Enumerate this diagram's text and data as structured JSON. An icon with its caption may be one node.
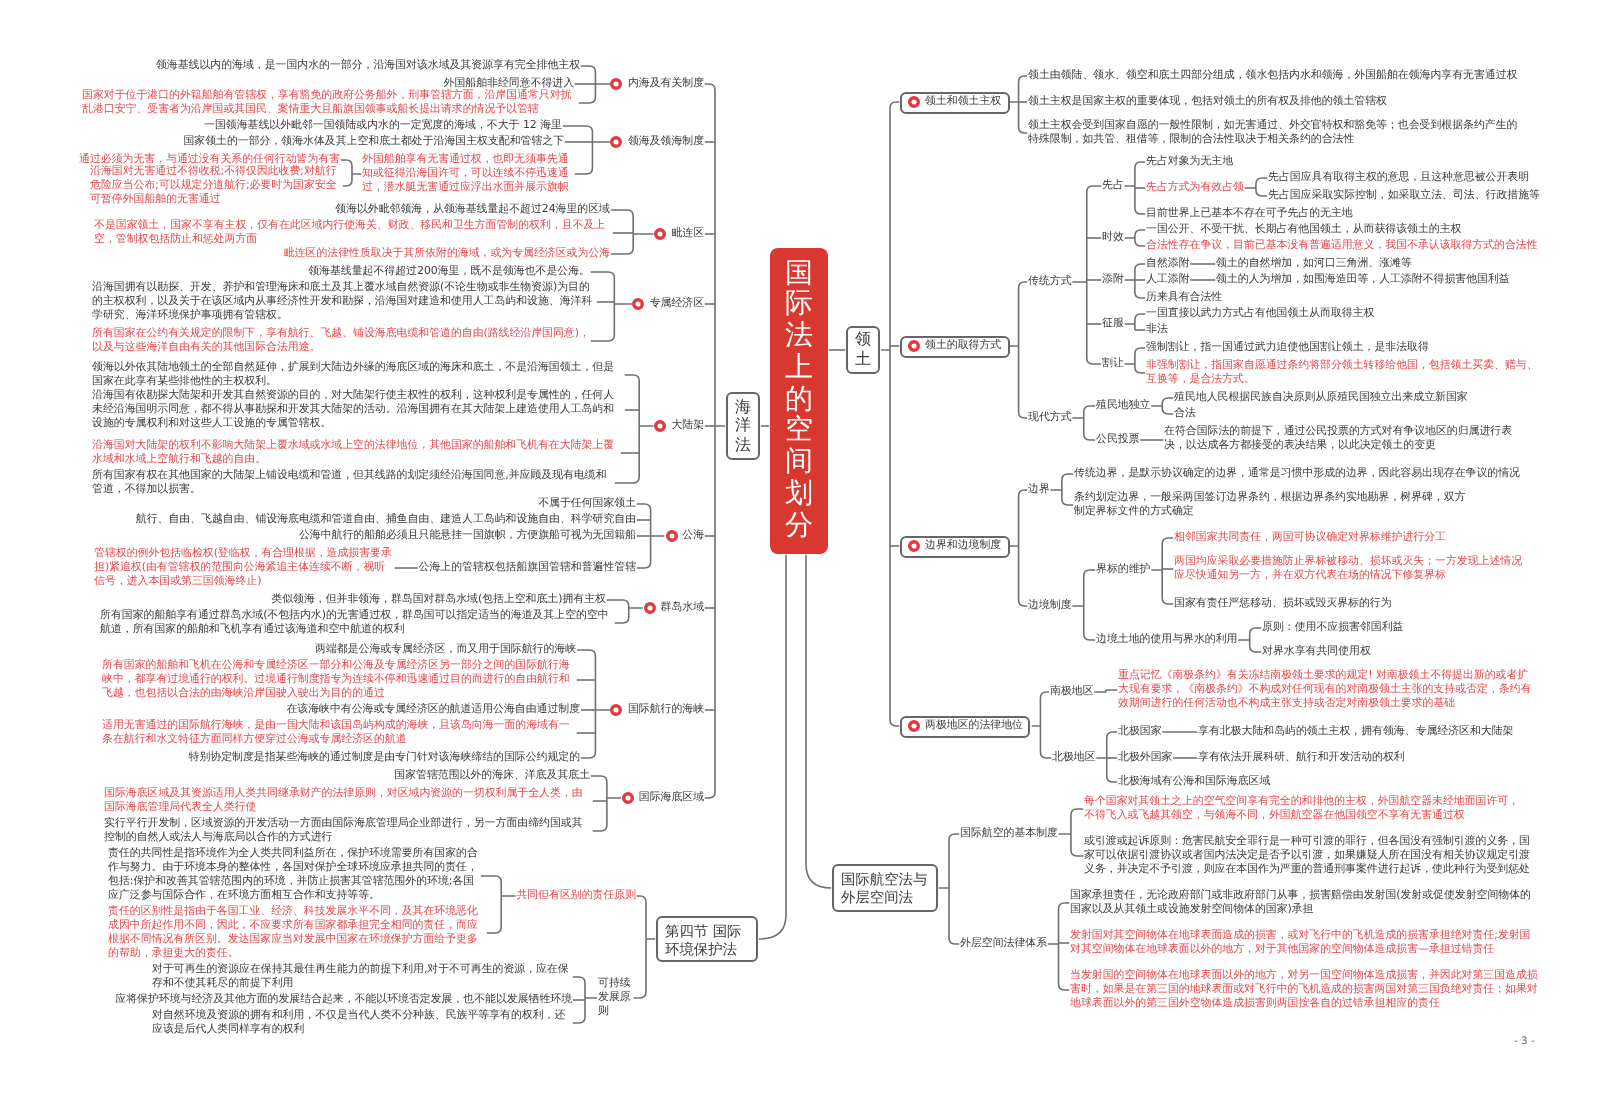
{
  "diagram": {
    "nodes": [
      {
        "text": [
          "国际法上的空间划分"
        ]
      },
      {
        "text": [
          "海洋法"
        ]
      },
      {
        "text": [
          "内海及有关制度"
        ]
      },
      {
        "text": [
          "领海基线以内的海域，是一国内水的一部分，沿海国对该水域及其资源享有完全排他主权"
        ]
      },
      {
        "text": [
          "外国船舶非经同意不得进入"
        ]
      },
      {
        "text": [
          "国家对于位于港口的外籍船舶有管辖权，享有豁免的政府公务船外，刑事管辖方面，沿岸国通常只对扰乱港口安宁、受害者为沿岸国或其国民、案情重大且船旗国领事或船长提出请求的情况予以管辖"
        ]
      },
      {
        "text": [
          "领海及领海制度"
        ]
      },
      {
        "text": [
          "一国领海基线以外毗邻一国领陆或内水的一定宽度的海域，不大于 12 海里"
        ]
      },
      {
        "text": [
          "国家领土的一部分，领海水体及其上空和底土都处于沿海国主权支配和管辖之下"
        ]
      },
      {
        "text": [
          "外国船舶享有无害通过权，也即无须事先通知或征得沿海国许可，可以连续不停迅速通过，潜水艇无害通过应浮出水面并展示旗帜"
        ]
      },
      {
        "text": [
          "通过必须为无害，与通过没有关系的任何行动皆为有害"
        ]
      },
      {
        "text": [
          "沿海国对无害通过不得收税;不得仅因此收费;对航行危险应当公布;可以规定分道航行;必要时为国家安全可暂停外国船舶的无害通过"
        ]
      },
      {
        "text": [
          "毗连区"
        ]
      },
      {
        "text": [
          "领海以外毗邻领海，从领海基线量起不超过24海里的区域"
        ]
      },
      {
        "text": [
          "不是国家领土，国家不享有主权，仅有在此区域内行使海关、财政、移民和卫生方面管制的权利，且不及上空，管制权包括防止和惩处两方面"
        ]
      },
      {
        "text": [
          "毗连区的法律性质取决于其所依附的海域，或为专属经济区或为公海"
        ]
      },
      {
        "text": [
          "专属经济区"
        ]
      },
      {
        "text": [
          "领海基线量起不得超过200海里，既不是领海也不是公海。"
        ]
      },
      {
        "text": [
          "沿海国拥有以勘探、开发、养护和管理海床和底土及其上覆水域自然资源(不论生物或非生物资源)为目的的主权权利，以及关于在该区域内从事经济性开发和勘探，沿海国对建造和使用人工岛屿和设施、海洋科学研究、海洋环境保护事项拥有管辖权。"
        ]
      },
      {
        "text": [
          "所有国家在公约有关规定的限制下，享有航行、飞越、铺设海底电缆和管道的自由(路线经沿岸国同意)，以及与这些海洋自由有关的其他国际合法用途。"
        ]
      },
      {
        "text": [
          "大陆架"
        ]
      },
      {
        "text": [
          "领海以外依其陆地领土的全部自然延伸，扩展到大陆边外缘的海底区域的海床和底土，不是沿海国领土，但是国家在此享有某些排他性的主权权利。"
        ]
      },
      {
        "text": [
          "沿海国有依勘探大陆架和开发其自然资源的目的，对大陆架行使主权性的权利，这种权利是专属性的，任何人未经沿海国明示同意，都不得从事勘探和开发其大陆架的活动。沿海国拥有在其大陆架上建造使用人工岛屿和设施的专属权利和对这些人工设施的专属管辖权。"
        ]
      },
      {
        "text": [
          "沿海国对大陆架的权利不影响大陆架上覆水域或水域上空的法律地位，其他国家的船舶和飞机有在大陆架上覆水域和水域上空航行和飞越的自由。"
        ]
      },
      {
        "text": [
          "所有国家有权在其他国家的大陆架上铺设电缆和管道，但其线路的划定须经沿海国同意,并应顾及现有电缆和管道，不得加以损害。"
        ]
      },
      {
        "text": [
          "公海"
        ]
      },
      {
        "text": [
          "不属于任何国家领土"
        ]
      },
      {
        "text": [
          "航行、自由、飞越自由、铺设海底电缆和管道自由、捕鱼自由、建造人工岛屿和设施自由、科学研究自由"
        ]
      },
      {
        "text": [
          "公海中航行的船舶必须且只能悬挂一国旗帜，方便旗船可视为无国籍船"
        ]
      },
      {
        "text": [
          "公海上的管辖权包括船旗国管辖和普遍性管辖"
        ]
      },
      {
        "text": [
          "管辖权的例外包括临检权(登临权，有合理根据，造成损害要承担)紧追权(由有管辖权的范围向公海紧追主体连续不断，视听信号，进入本国或第三国领海终止)"
        ]
      },
      {
        "text": [
          "群岛水域"
        ]
      },
      {
        "text": [
          "类似领海，但并非领海，群岛国对群岛水域(包括上空和底土)拥有主权"
        ]
      },
      {
        "text": [
          "所有国家的船舶享有通过群岛水域(不包括内水)的无害通过权，群岛国可以指定适当的海道及其上空的空中航道，所有国家的船舶和飞机享有通过该海道和空中航道的权利"
        ]
      },
      {
        "text": [
          "国际航行的海峡"
        ]
      },
      {
        "text": [
          "两端都是公海或专属经济区，而又用于国际航行的海峡"
        ]
      },
      {
        "text": [
          "所有国家的船舶和飞机在公海和专属经济区一部分和公海及专属经济区另一部分之间的国际航行海峡中，都享有过境通行的权利。过境通行制度指专为连续不停和迅速通过目的而进行的自由航行和飞越，也包括以合法的由海峡沿岸国驶入驶出为目的的通过"
        ]
      },
      {
        "text": [
          "在该海峡中有公海或专属经济区的航道适用公海自由通过制度"
        ]
      },
      {
        "text": [
          "适用无害通过的国际航行海峡，是由一国大陆和该国岛屿构成的海峡，且该岛向海一面的海域有一条在航行和水文特征方面同样方便穿过公海或专属经济区的航道"
        ]
      },
      {
        "text": [
          "特别协定制度是指某些海峡的通过制度是由专门针对该海峡缔结的国际公约规定的"
        ]
      },
      {
        "text": [
          "国际海底区域"
        ]
      },
      {
        "text": [
          "国家管辖范围以外的海床、洋底及其底土"
        ]
      },
      {
        "text": [
          "国际海底区域及其资源适用人类共同继承财产的法律原则，对区域内资源的一切权利属于全人类，由国际海底管理局代表全人类行使"
        ]
      },
      {
        "text": [
          "实行平行开发制，区域资源的开发活动一方面由国际海底管理局企业部进行，另一方面由缔约国或其控制的自然人或法人与海底局以合作的方式进行"
        ]
      },
      {
        "text": [
          "第四节 国际环境保护法"
        ]
      },
      {
        "text": [
          "共同但有区别的责任原则"
        ]
      },
      {
        "text": [
          "责任的共同性是指环境作为全人类共同利益所在，保护环境需要所有国家的合作与努力。由于环境本身的整体性，各国对保护全球环境应承担共同的责任，包括:保护和改善其管辖范围内的环境，并防止损害其管辖范围外的环境;各国应广泛参与国际合作，在环境方面相互合作和支持等等。"
        ]
      },
      {
        "text": [
          "责任的区别性是指由于各国工业、经济、科技发展水平不同，及其在环境恶化成因中所起作用不同，因此，不应要求所有国家都承担完全相同的责任，而应根据不同情况有所区别。发达国家应当对发展中国家在环境保护方面给予更多的帮助，承担更大的责任。"
        ]
      },
      {
        "text": [
          "可持续发展原则"
        ]
      },
      {
        "text": [
          "对于可再生的资源应在保持其最佳再生能力的前提下利用,对于不可再生的资源，应在保存和不使其耗尽的前提下利用"
        ]
      },
      {
        "text": [
          "应将保护环境与经济及其他方面的发展结合起来，不能以环境否定发展，也不能以发展牺牲环境"
        ]
      },
      {
        "text": [
          "对自然环境及资源的拥有和利用，不仅是当代人类不分种族、民族平等享有的权利，还应该是后代人类同样享有的权利"
        ]
      },
      {
        "text": [
          "领土"
        ]
      },
      {
        "text": [
          "领土和领土主权"
        ]
      },
      {
        "text": [
          "领土由领陆、领水、领空和底土四部分组成，领水包括内水和领海，外国船舶在领海内享有无害通过权"
        ]
      },
      {
        "text": [
          "领土主权是国家主权的重要体现，包括对领土的所有权及排他的领土管辖权"
        ]
      },
      {
        "text": [
          "领土主权会受到国家自愿的一般性限制，如无害通过、外交官特权和豁免等；也会受到根据条约产生的特殊限制，如共管、租借等，限制的合法性取决于相关条约的合法性"
        ]
      },
      {
        "text": [
          "领土的取得方式"
        ]
      },
      {
        "text": [
          "传统方式"
        ]
      },
      {
        "text": [
          "先占"
        ]
      },
      {
        "text": [
          "先占对象为无主地"
        ]
      },
      {
        "text": [
          "先占方式为有效占领"
        ]
      },
      {
        "text": [
          "先占国应具有取得主权的意思，且这种意思被公开表明"
        ]
      },
      {
        "text": [
          "先占国应采取实际控制，如采取立法、司法、行政措施等"
        ]
      },
      {
        "text": [
          "目前世界上已基本不存在可予先占的无主地"
        ]
      },
      {
        "text": [
          "时效"
        ]
      },
      {
        "text": [
          "一国公开、不受干扰、长期占有他国领土，从而获得该领土的主权"
        ]
      },
      {
        "text": [
          "合法性存在争议，目前已基本没有普遍适用意义，我国不承认该取得方式的合法性"
        ]
      },
      {
        "text": [
          "添附"
        ]
      },
      {
        "text": [
          "自然添附"
        ]
      },
      {
        "text": [
          "领土的自然增加，如河口三角洲、涨滩等"
        ]
      },
      {
        "text": [
          "人工添附"
        ]
      },
      {
        "text": [
          "领土的人为增加，如围海造田等，人工添附不得损害他国利益"
        ]
      },
      {
        "text": [
          "历来具有合法性"
        ]
      },
      {
        "text": [
          "征服"
        ]
      },
      {
        "text": [
          "一国直接以武力方式占有他国领土从而取得主权"
        ]
      },
      {
        "text": [
          "非法"
        ]
      },
      {
        "text": [
          "割让"
        ]
      },
      {
        "text": [
          "强制割让，指一国通过武力迫使他国割让领土，是非法取得"
        ]
      },
      {
        "text": [
          "非强制割让，指国家自愿通过条约将部分领土转移给他国，包括领土买卖、赠与、互换等，是合法方式。"
        ]
      },
      {
        "text": [
          "现代方式"
        ]
      },
      {
        "text": [
          "殖民地独立"
        ]
      },
      {
        "text": [
          "殖民地人民根据民族自决原则从原殖民国独立出来成立新国家"
        ]
      },
      {
        "text": [
          "合法"
        ]
      },
      {
        "text": [
          "公民投票"
        ]
      },
      {
        "text": [
          "在符合国际法的前提下，通过公民投票的方式对有争议地区的归属进行表决，以达成各方都接受的表决结果，以此决定领土的变更"
        ]
      },
      {
        "text": [
          "边界和边境制度"
        ]
      },
      {
        "text": [
          "边界"
        ]
      },
      {
        "text": [
          "传统边界，是默示协议确定的边界，通常是习惯中形成的边界，因此容易出现存在争议的情况"
        ]
      },
      {
        "text": [
          "条约划定边界，一般采两国签订边界条约，根据边界条约实地勘界，树界碑，双方制定界标文件的方式确定"
        ]
      },
      {
        "text": [
          "边境制度"
        ]
      },
      {
        "text": [
          "界标的维护"
        ]
      },
      {
        "text": [
          "相邻国家共同责任，两国可协议确定对界标维护进行分工"
        ]
      },
      {
        "text": [
          "两国均应采取必要措施防止界标被移动、损坏或灭失；一方发现上述情况应尽快通知另一方，并在双方代表在场的情况下修复界标"
        ]
      },
      {
        "text": [
          "国家有责任严惩移动、损坏或毁灭界标的行为"
        ]
      },
      {
        "text": [
          "边境土地的使用与界水的利用"
        ]
      },
      {
        "text": [
          "原则：使用不应损害邻国利益"
        ]
      },
      {
        "text": [
          "对界水享有共同使用权"
        ]
      },
      {
        "text": [
          "两极地区的法律地位"
        ]
      },
      {
        "text": [
          "南极地区"
        ]
      },
      {
        "text": [
          "重点记忆《南极条约》有关冻结南极领土要求的规定! 对南极领土不得提出新的或者扩大现有要求，《南极条约》不构成对任何现有的对南极领土主张的支持或否定，条约有效期间进行的任何活动也不构成主张支持或否定对南极领土要求的基础"
        ]
      },
      {
        "text": [
          "北极地区"
        ]
      },
      {
        "text": [
          "北极国家"
        ]
      },
      {
        "text": [
          "享有北极大陆和岛屿的领土主权，拥有领海、专属经济区和大陆架"
        ]
      },
      {
        "text": [
          "北极外国家"
        ]
      },
      {
        "text": [
          "享有依法开展科研、航行和开发活动的权利"
        ]
      },
      {
        "text": [
          "北极海域有公海和国际海底区域"
        ]
      },
      {
        "text": [
          "国际航空法与外层空间法"
        ]
      },
      {
        "text": [
          "国际航空的基本制度"
        ]
      },
      {
        "text": [
          "每个国家对其领土之上的空气空间享有完全的和排他的主权，外国航空器未经地面国许可，不得飞入或飞越其领空，与领海不同，外国航空器在他国领空不享有无害通过权"
        ]
      },
      {
        "text": [
          "或引渡或起诉原则：危害民航安全罪行是一种可引渡的罪行，但各国没有强制引渡的义务，国家可以依据引渡协议或者国内法决定是否予以引渡，如果嫌疑人所在国没有相关协议规定引渡义务，并决定不予引渡，则应在本国作为严重的普通刑事案件进行起诉，使此种行为受到惩处"
        ]
      },
      {
        "text": [
          "外层空间法律体系"
        ]
      },
      {
        "text": [
          "国家承担责任，无论政府部门或非政府部门从事，损害赔偿由发射国(发射或促使发射空间物体的国家以及从其领土或设施发射空间物体的国家)承担"
        ]
      },
      {
        "text": [
          "发射国对其空间物体在地球表面造成的损害，或对飞行中的飞机造成的损害承担绝对责任;发射国对其空间物体在地球表面以外的地方，对于其他国家的空间物体造成损害—承担过错责任"
        ]
      },
      {
        "text": [
          "当发射国的空间物体在地球表面以外的地方，对另一国空间物体造成损害，并因此对第三国造成损害时，如果是在第三国的地球表面或对飞行中的飞机造成的损害两国对第三国负绝对责任；如果对地球表面以外的第三国外空物体造成损害则两国按各自的过错承担相应的责任"
        ]
      }
    ],
    "edges": [
      {
        "from": 0,
        "to": 1,
        "arrow": "none"
      },
      {
        "from": 0,
        "to": 44,
        "arrow": "none"
      },
      {
        "from": 0,
        "to": 52,
        "arrow": "none"
      },
      {
        "from": 0,
        "to": 107,
        "arrow": "none"
      },
      {
        "from": 1,
        "to": 2,
        "arrow": "none"
      },
      {
        "from": 1,
        "to": 6,
        "arrow": "none"
      },
      {
        "from": 1,
        "to": 12,
        "arrow": "none"
      },
      {
        "from": 1,
        "to": 16,
        "arrow": "none"
      },
      {
        "from": 1,
        "to": 20,
        "arrow": "none"
      },
      {
        "from": 1,
        "to": 25,
        "arrow": "none"
      },
      {
        "from": 1,
        "to": 31,
        "arrow": "none"
      },
      {
        "from": 1,
        "to": 34,
        "arrow": "none"
      },
      {
        "from": 1,
        "to": 40,
        "arrow": "none"
      },
      {
        "from": 2,
        "to": 3,
        "arrow": "none"
      },
      {
        "from": 2,
        "to": 4,
        "arrow": "none"
      },
      {
        "from": 2,
        "to": 5,
        "arrow": "none"
      },
      {
        "from": 6,
        "to": 7,
        "arrow": "none"
      },
      {
        "from": 6,
        "to": 8,
        "arrow": "none"
      },
      {
        "from": 6,
        "to": 9,
        "arrow": "none"
      },
      {
        "from": 9,
        "to": 10,
        "arrow": "none"
      },
      {
        "from": 9,
        "to": 11,
        "arrow": "none"
      },
      {
        "from": 12,
        "to": 13,
        "arrow": "none"
      },
      {
        "from": 12,
        "to": 14,
        "arrow": "none"
      },
      {
        "from": 12,
        "to": 15,
        "arrow": "none"
      },
      {
        "from": 16,
        "to": 17,
        "arrow": "none"
      },
      {
        "from": 16,
        "to": 18,
        "arrow": "none"
      },
      {
        "from": 16,
        "to": 19,
        "arrow": "none"
      },
      {
        "from": 20,
        "to": 21,
        "arrow": "none"
      },
      {
        "from": 20,
        "to": 22,
        "arrow": "none"
      },
      {
        "from": 20,
        "to": 23,
        "arrow": "none"
      },
      {
        "from": 20,
        "to": 24,
        "arrow": "none"
      },
      {
        "from": 25,
        "to": 26,
        "arrow": "none"
      },
      {
        "from": 25,
        "to": 27,
        "arrow": "none"
      },
      {
        "from": 25,
        "to": 28,
        "arrow": "none"
      },
      {
        "from": 25,
        "to": 29,
        "arrow": "none"
      },
      {
        "from": 29,
        "to": 30,
        "arrow": "none"
      },
      {
        "from": 31,
        "to": 32,
        "arrow": "none"
      },
      {
        "from": 31,
        "to": 33,
        "arrow": "none"
      },
      {
        "from": 34,
        "to": 35,
        "arrow": "none"
      },
      {
        "from": 34,
        "to": 36,
        "arrow": "none"
      },
      {
        "from": 34,
        "to": 37,
        "arrow": "none"
      },
      {
        "from": 34,
        "to": 38,
        "arrow": "none"
      },
      {
        "from": 34,
        "to": 39,
        "arrow": "none"
      },
      {
        "from": 40,
        "to": 41,
        "arrow": "none"
      },
      {
        "from": 40,
        "to": 42,
        "arrow": "none"
      },
      {
        "from": 40,
        "to": 43,
        "arrow": "none"
      },
      {
        "from": 44,
        "to": 45,
        "arrow": "none"
      },
      {
        "from": 44,
        "to": 48,
        "arrow": "none"
      },
      {
        "from": 45,
        "to": 46,
        "arrow": "none"
      },
      {
        "from": 45,
        "to": 47,
        "arrow": "none"
      },
      {
        "from": 48,
        "to": 49,
        "arrow": "none"
      },
      {
        "from": 48,
        "to": 50,
        "arrow": "none"
      },
      {
        "from": 48,
        "to": 51,
        "arrow": "none"
      },
      {
        "from": 52,
        "to": 53,
        "arrow": "none"
      },
      {
        "from": 52,
        "to": 57,
        "arrow": "none"
      },
      {
        "from": 52,
        "to": 86,
        "arrow": "none"
      },
      {
        "from": 52,
        "to": 98,
        "arrow": "none"
      },
      {
        "from": 53,
        "to": 54,
        "arrow": "none"
      },
      {
        "from": 53,
        "to": 55,
        "arrow": "none"
      },
      {
        "from": 53,
        "to": 56,
        "arrow": "none"
      },
      {
        "from": 57,
        "to": 58,
        "arrow": "none"
      },
      {
        "from": 57,
        "to": 80,
        "arrow": "none"
      },
      {
        "from": 58,
        "to": 59,
        "arrow": "none"
      },
      {
        "from": 58,
        "to": 65,
        "arrow": "none"
      },
      {
        "from": 58,
        "to": 68,
        "arrow": "none"
      },
      {
        "from": 58,
        "to": 74,
        "arrow": "none"
      },
      {
        "from": 58,
        "to": 77,
        "arrow": "none"
      },
      {
        "from": 59,
        "to": 60,
        "arrow": "none"
      },
      {
        "from": 59,
        "to": 61,
        "arrow": "none"
      },
      {
        "from": 59,
        "to": 64,
        "arrow": "none"
      },
      {
        "from": 61,
        "to": 62,
        "arrow": "none"
      },
      {
        "from": 61,
        "to": 63,
        "arrow": "none"
      },
      {
        "from": 65,
        "to": 66,
        "arrow": "none"
      },
      {
        "from": 65,
        "to": 67,
        "arrow": "none"
      },
      {
        "from": 68,
        "to": 69,
        "arrow": "none"
      },
      {
        "from": 68,
        "to": 71,
        "arrow": "none"
      },
      {
        "from": 68,
        "to": 73,
        "arrow": "none"
      },
      {
        "from": 69,
        "to": 70,
        "arrow": "none"
      },
      {
        "from": 71,
        "to": 72,
        "arrow": "none"
      },
      {
        "from": 74,
        "to": 75,
        "arrow": "none"
      },
      {
        "from": 74,
        "to": 76,
        "arrow": "none"
      },
      {
        "from": 77,
        "to": 78,
        "arrow": "none"
      },
      {
        "from": 77,
        "to": 79,
        "arrow": "none"
      },
      {
        "from": 80,
        "to": 81,
        "arrow": "none"
      },
      {
        "from": 80,
        "to": 84,
        "arrow": "none"
      },
      {
        "from": 81,
        "to": 82,
        "arrow": "none"
      },
      {
        "from": 81,
        "to": 83,
        "arrow": "none"
      },
      {
        "from": 84,
        "to": 85,
        "arrow": "none"
      },
      {
        "from": 86,
        "to": 87,
        "arrow": "none"
      },
      {
        "from": 86,
        "to": 90,
        "arrow": "none"
      },
      {
        "from": 87,
        "to": 88,
        "arrow": "none"
      },
      {
        "from": 87,
        "to": 89,
        "arrow": "none"
      },
      {
        "from": 90,
        "to": 91,
        "arrow": "none"
      },
      {
        "from": 90,
        "to": 95,
        "arrow": "none"
      },
      {
        "from": 91,
        "to": 92,
        "arrow": "none"
      },
      {
        "from": 91,
        "to": 93,
        "arrow": "none"
      },
      {
        "from": 91,
        "to": 94,
        "arrow": "none"
      },
      {
        "from": 95,
        "to": 96,
        "arrow": "none"
      },
      {
        "from": 95,
        "to": 97,
        "arrow": "none"
      },
      {
        "from": 98,
        "to": 99,
        "arrow": "none"
      },
      {
        "from": 98,
        "to": 101,
        "arrow": "none"
      },
      {
        "from": 99,
        "to": 100,
        "arrow": "none"
      },
      {
        "from": 101,
        "to": 102,
        "arrow": "none"
      },
      {
        "from": 101,
        "to": 104,
        "arrow": "none"
      },
      {
        "from": 101,
        "to": 106,
        "arrow": "none"
      },
      {
        "from": 102,
        "to": 103,
        "arrow": "none"
      },
      {
        "from": 104,
        "to": 105,
        "arrow": "none"
      },
      {
        "from": 107,
        "to": 108,
        "arrow": "none"
      },
      {
        "from": 107,
        "to": 111,
        "arrow": "none"
      },
      {
        "from": 108,
        "to": 109,
        "arrow": "none"
      },
      {
        "from": 108,
        "to": 110,
        "arrow": "none"
      },
      {
        "from": 111,
        "to": 112,
        "arrow": "none"
      },
      {
        "from": 111,
        "to": 113,
        "arrow": "none"
      },
      {
        "from": 111,
        "to": 114,
        "arrow": "none"
      }
    ],
    "labels": [
      "- 3 -"
    ]
  }
}
